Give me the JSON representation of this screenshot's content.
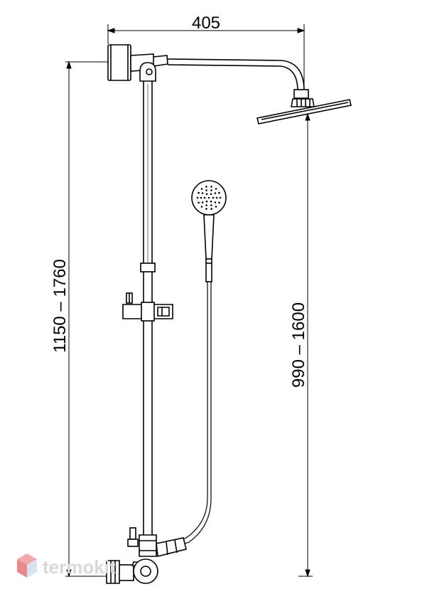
{
  "dimensions": {
    "width_label": "405",
    "height_total_label": "1150 – 1760",
    "height_head_label": "990 – 1600"
  },
  "watermark": {
    "text": "termokit",
    "colors": {
      "cube_top": "#f3a9a9",
      "cube_left": "#e98a8a",
      "cube_right": "#d9e3ee",
      "text": "#d6d8db"
    }
  },
  "colors": {
    "line": "#000000",
    "background": "#ffffff"
  }
}
